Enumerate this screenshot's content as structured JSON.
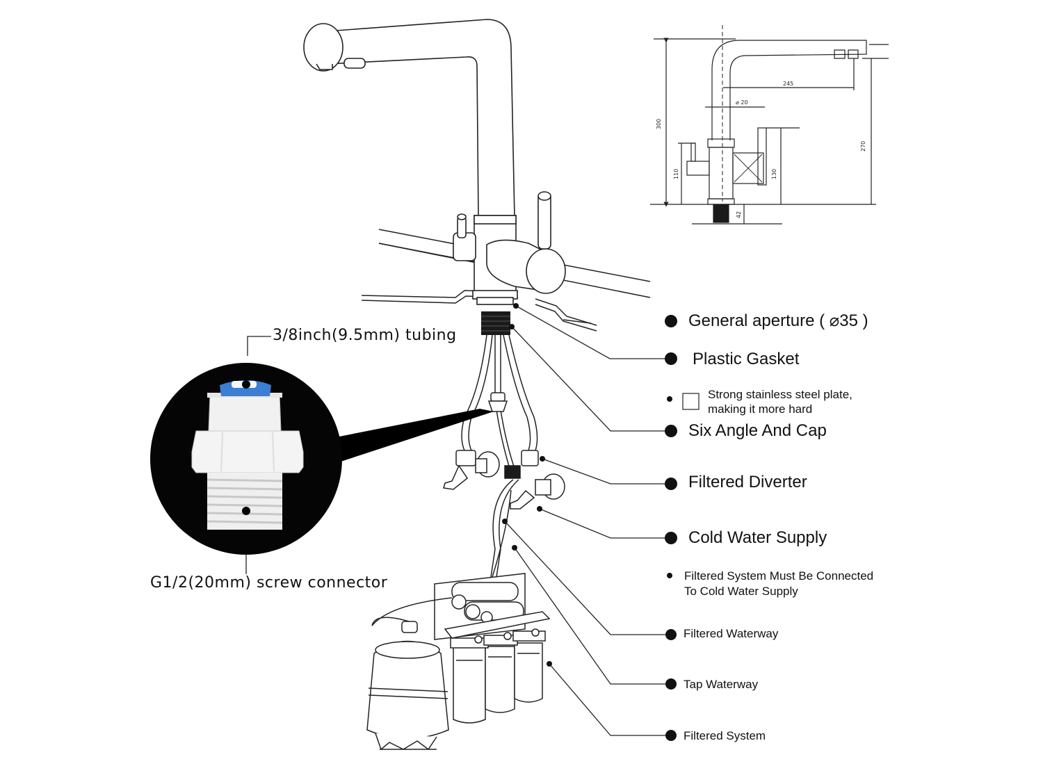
{
  "labels": {
    "general_aperture": "General aperture ( ⌀35 )",
    "plastic_gasket": "Plastic Gasket",
    "steel_plate_line1": "Strong stainless steel plate,",
    "steel_plate_line2": "making it more hard",
    "six_angle_cap": "Six Angle And Cap",
    "filtered_diverter": "Filtered Diverter",
    "cold_water_supply": "Cold Water Supply",
    "must_connect_line1": "Filtered System Must Be Connected",
    "must_connect_line2": "To Cold Water Supply",
    "filtered_waterway": "Filtered Waterway",
    "tap_waterway": "Tap Waterway",
    "filtered_system": "Filtered System"
  },
  "connector": {
    "tubing": "3/8inch(9.5mm) tubing",
    "screw": "G1/2(20mm) screw connector"
  },
  "dimensions": {
    "height_total": "300",
    "reach": "245",
    "diameter": "⌀ 20",
    "height_right": "270",
    "lever_height": "110",
    "body_height": "130",
    "base": "42"
  },
  "colors": {
    "connector_blue": "#3a7fd5",
    "bullet": "#111111"
  }
}
